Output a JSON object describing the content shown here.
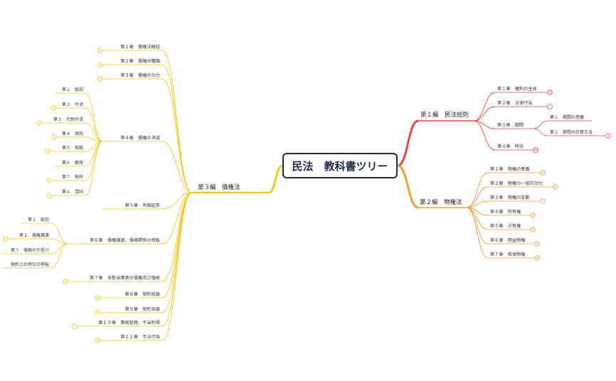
{
  "root": {
    "label": "民法　教科書ツリー"
  },
  "colors": {
    "hen1": "#e8473c",
    "hen2": "#f39a3a",
    "hen3": "#f2c81c",
    "root_border": "#1e2a4a"
  },
  "hen1": {
    "label": "第１編　民法総則",
    "chapters": [
      {
        "label": "第１章　権利の主体",
        "badge": "29"
      },
      {
        "label": "第２章　法律行為",
        "badge": ""
      },
      {
        "label": "第３章　期間",
        "children": [
          {
            "label": "第１　期間の意義"
          },
          {
            "label": "第２　期間の計算方法",
            "badge": "5"
          }
        ]
      },
      {
        "label": "第４章　時効",
        "badge": "40"
      }
    ]
  },
  "hen2": {
    "label": "第２編　物権法",
    "chapters": [
      {
        "label": "第１章　物権の意義",
        "badge": "18"
      },
      {
        "label": "第２章　物権の一般的効力",
        "badge": "11"
      },
      {
        "label": "第３章　物権の変動",
        "badge": ""
      },
      {
        "label": "第４章　所有権",
        "badge": "10"
      },
      {
        "label": "第５章　占有権",
        "badge": "12"
      },
      {
        "label": "第６章　用益物権",
        "badge": "6"
      },
      {
        "label": "第７章　担保物権",
        "badge": "44"
      }
    ]
  },
  "hen3": {
    "label": "第３編　債権法",
    "chapters": [
      {
        "label": "第１章　債権法概説",
        "badge": "10"
      },
      {
        "label": "第２章　債権の種類",
        "badge": "18"
      },
      {
        "label": "第３章　債権の効力",
        "badge": "20"
      },
      {
        "label": "第４章　債権の消滅",
        "children": [
          {
            "label": "第１　総説"
          },
          {
            "label": "第２　弁済",
            "badge": "22"
          },
          {
            "label": "第３　代物弁済",
            "badge": "1"
          },
          {
            "label": "第４　供託",
            "badge": "5"
          },
          {
            "label": "第５　相殺",
            "badge": "15"
          },
          {
            "label": "第６　更改"
          },
          {
            "label": "第７　免除",
            "badge": "1"
          },
          {
            "label": "第８　混同",
            "badge": "1"
          }
        ]
      },
      {
        "label": "第５章　有価証券"
      },
      {
        "label": "第６章　債権譲渡、債務関係の移転",
        "children": [
          {
            "label": "第１　総説"
          },
          {
            "label": "第２　債権譲渡",
            "badge": "11"
          },
          {
            "label": "第３　債務の引受け"
          },
          {
            "label": "契約上の地位の移転"
          }
        ]
      },
      {
        "label": "第７章　多数当事者の債権及び債務",
        "badge": "10"
      },
      {
        "label": "第８章　契約総論",
        "badge": "18"
      },
      {
        "label": "第９章　契約各論",
        "badge": "40"
      },
      {
        "label": "第１０章　事務管理、不当利得",
        "badge": "7"
      },
      {
        "label": "第１１章　不法行為",
        "badge": "40"
      }
    ]
  }
}
